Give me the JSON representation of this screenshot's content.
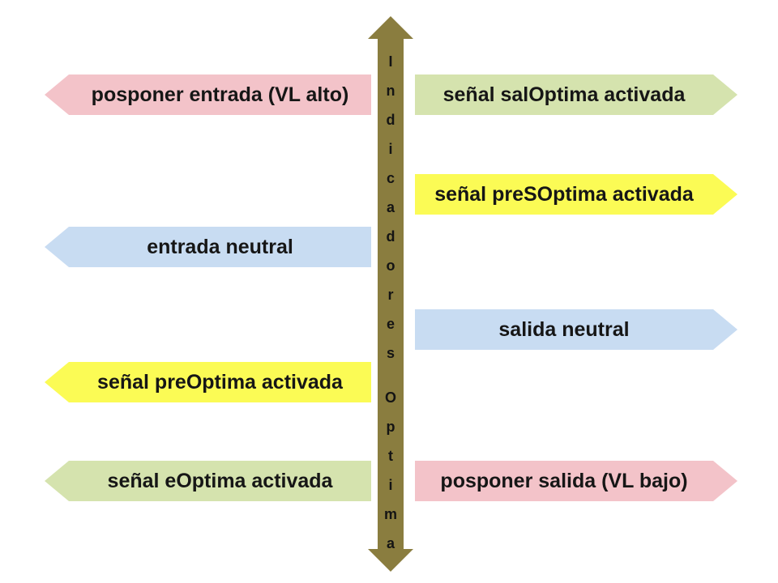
{
  "background": "#ffffff",
  "text_color": "#161616",
  "axis": {
    "word1": "Indicadores",
    "word2": "Optima",
    "color": "#8a7d3f",
    "letter_color": "#141414",
    "top_arrowhead": "up",
    "bottom_arrowhead": "down"
  },
  "arrows": {
    "left": [
      {
        "label": "posponer entrada (VL alto)",
        "color": "#f3c3c9",
        "direction": "left"
      },
      {
        "label": "entrada neutral",
        "color": "#c8dcf2",
        "direction": "left"
      },
      {
        "label": "señal preOptima activada",
        "color": "#fbfb55",
        "direction": "left"
      },
      {
        "label": "señal eOptima activada",
        "color": "#d5e3ae",
        "direction": "left"
      }
    ],
    "right": [
      {
        "label": "señal salOptima activada",
        "color": "#d5e3ae",
        "direction": "right"
      },
      {
        "label": "señal preSOptima activada",
        "color": "#fbfb55",
        "direction": "right"
      },
      {
        "label": "salida neutral",
        "color": "#c8dcf2",
        "direction": "right"
      },
      {
        "label": "posponer salida (VL bajo)",
        "color": "#f3c3c9",
        "direction": "right"
      }
    ]
  }
}
